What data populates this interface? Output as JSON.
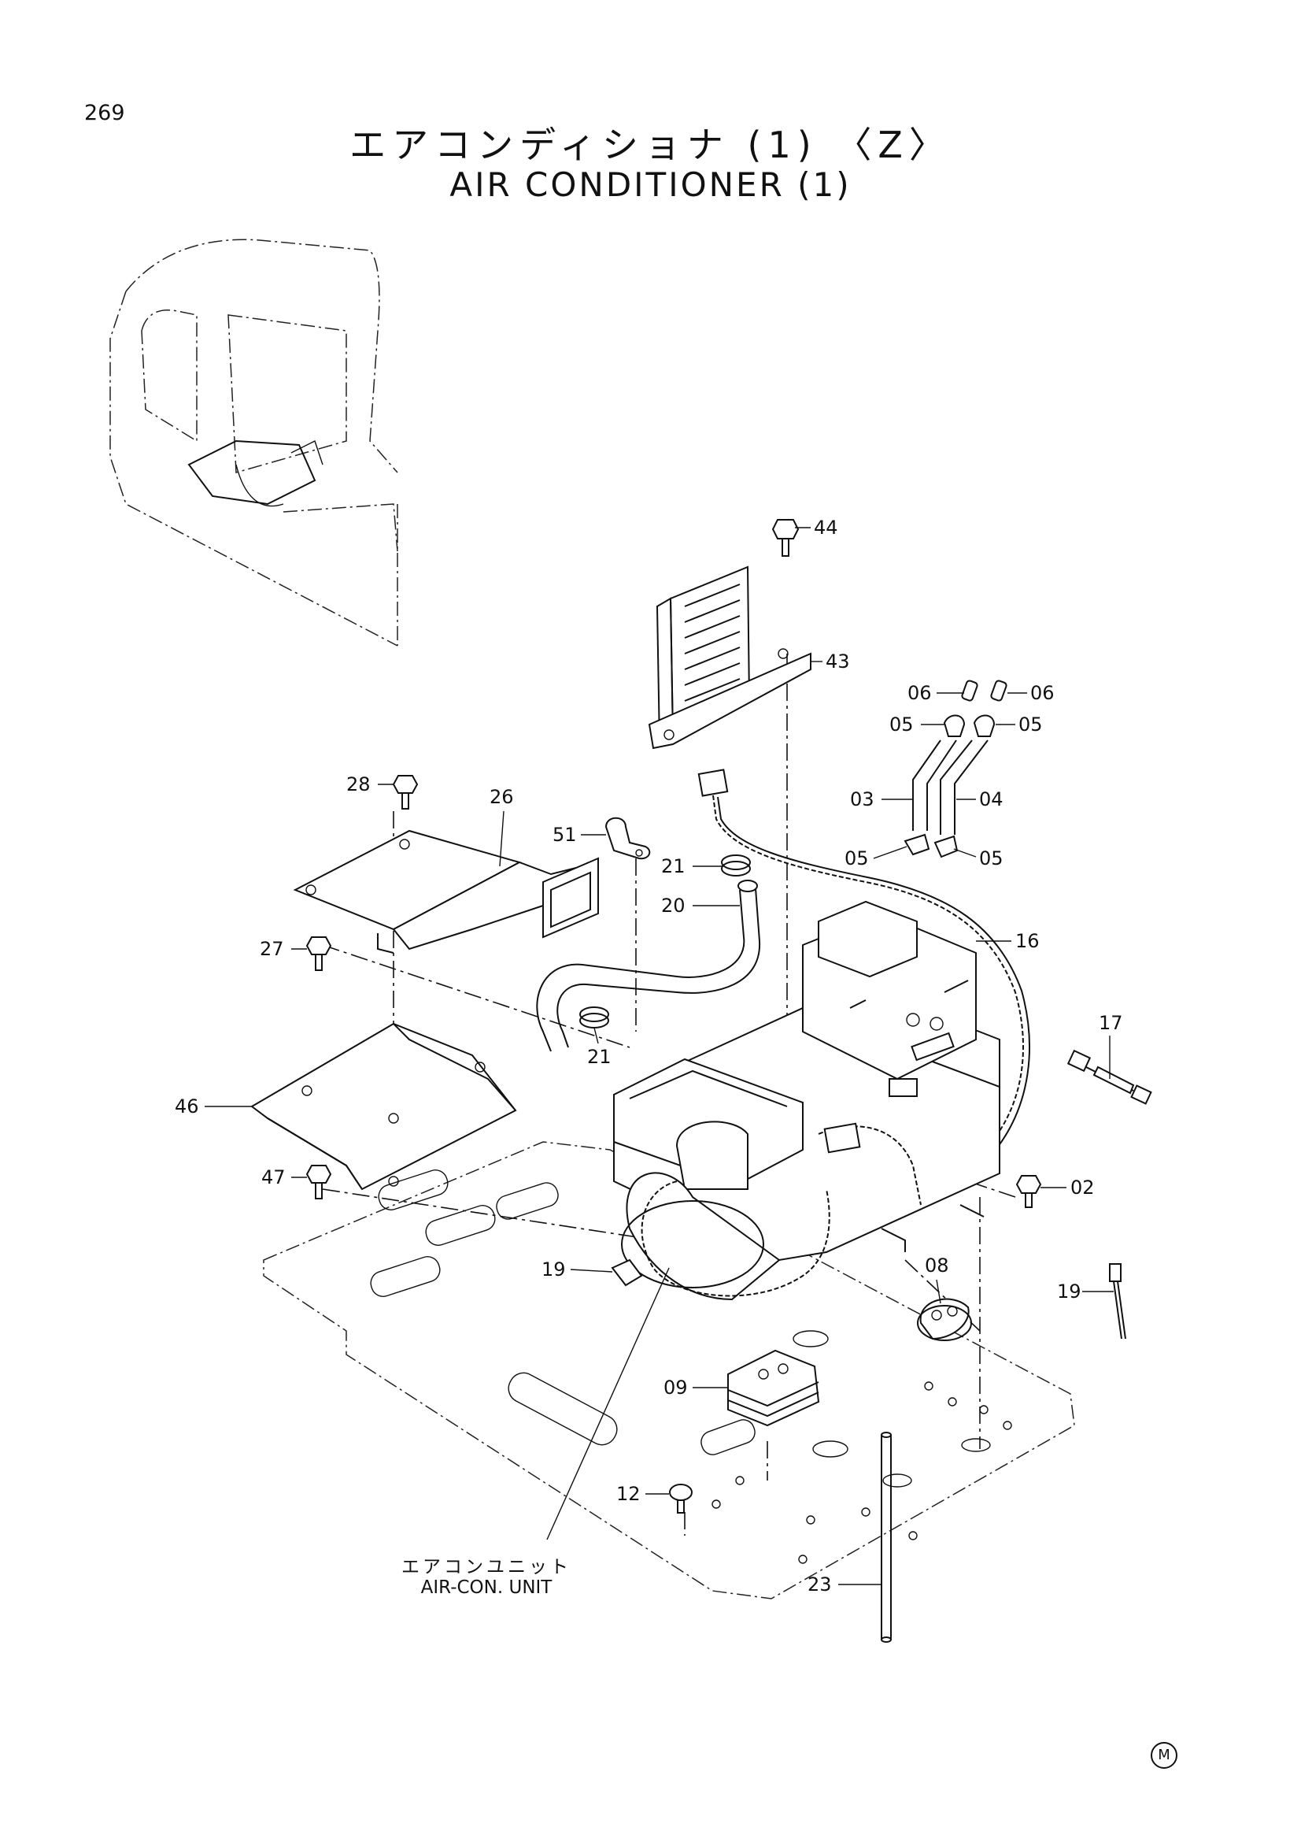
{
  "page": {
    "number": "269"
  },
  "title": {
    "japanese": "エアコンディショナ (1) 〈Z〉",
    "english": "AIR CONDITIONER (1)"
  },
  "unit_label": {
    "japanese": "エアコンユニット",
    "english": "AIR-CON. UNIT"
  },
  "mark": "M",
  "callouts": [
    "44",
    "43",
    "06",
    "06",
    "05",
    "05",
    "03",
    "04",
    "05",
    "05",
    "28",
    "26",
    "51",
    "21",
    "20",
    "16",
    "27",
    "21",
    "17",
    "46",
    "47",
    "02",
    "08",
    "19",
    "19",
    "09",
    "12",
    "23"
  ]
}
